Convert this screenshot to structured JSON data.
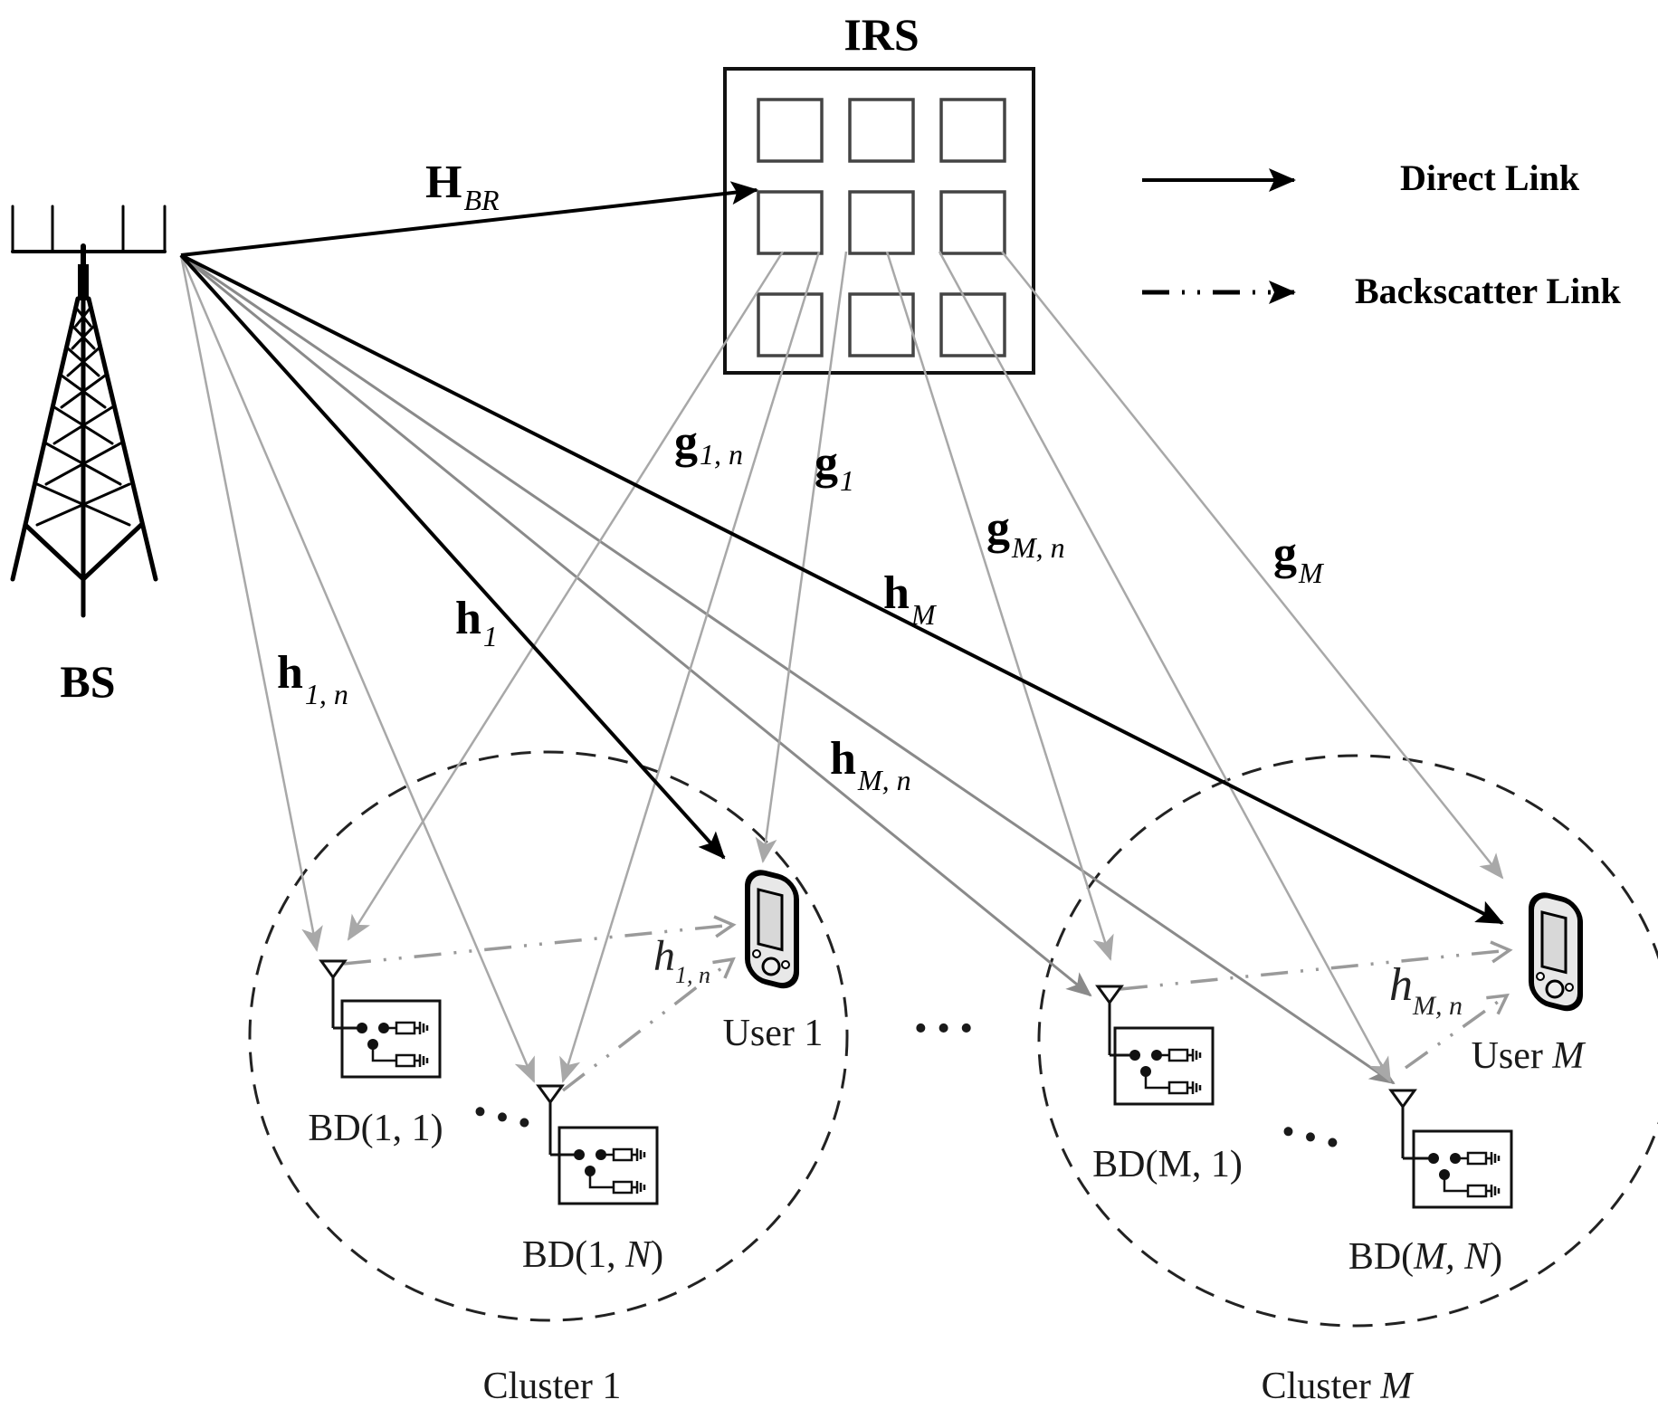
{
  "title": "IRS-assisted multi-cluster backscatter communication system model",
  "nodes": {
    "bs": {
      "label": "BS",
      "icon": "cell-tower-icon"
    },
    "irs": {
      "label": "IRS",
      "icon": "irs-panel-icon",
      "elements": 9
    },
    "users": [
      {
        "label_prefix": "User ",
        "label_index": "1",
        "index_italic": false,
        "icon": "mobile-phone-icon"
      },
      {
        "label_prefix": "User ",
        "label_index": "M",
        "index_italic": true,
        "icon": "mobile-phone-icon"
      }
    ],
    "backscatter_devices": [
      {
        "pre": "BD(1, ",
        "idx": "1",
        "idx_italic": false,
        "post": ")",
        "icon": "backscatter-device-icon"
      },
      {
        "pre": "BD(1, ",
        "idx": "N",
        "idx_italic": true,
        "post": ")",
        "icon": "backscatter-device-icon"
      },
      {
        "pre": "BD(M, ",
        "idx": "1",
        "idx_italic": false,
        "post": ")",
        "icon": "backscatter-device-icon"
      },
      {
        "pre": "BD(",
        "idx": "M, N",
        "idx_italic": true,
        "post": ")",
        "icon": "backscatter-device-icon"
      }
    ],
    "clusters": [
      {
        "prefix": "Cluster ",
        "index": "1",
        "index_italic": false
      },
      {
        "prefix": "Cluster ",
        "index": "M",
        "index_italic": true
      }
    ],
    "ellipsis": "• • •"
  },
  "channels": {
    "H_BR": {
      "base": "H",
      "sub": "BR"
    },
    "h_1": {
      "base": "h",
      "sub": "1"
    },
    "h_M": {
      "base": "h",
      "sub": "M"
    },
    "h_1n": {
      "base": "h",
      "sub": "1, n"
    },
    "h_Mn": {
      "base": "h",
      "sub": "M, n"
    },
    "g_1": {
      "base": "g",
      "sub": "1"
    },
    "g_M": {
      "base": "g",
      "sub": "M"
    },
    "g_1n": {
      "base": "g",
      "sub": "1, n"
    },
    "g_Mn": {
      "base": "g",
      "sub": "M, n"
    },
    "bs_1n": {
      "base": "h",
      "sub": "1, n"
    },
    "bs_Mn": {
      "base": "h",
      "sub": "M, n"
    }
  },
  "legend": {
    "direct": {
      "label": "Direct Link",
      "style": "solid"
    },
    "backscatter": {
      "label": "Backscatter Link",
      "style": "dash-dot-dot"
    }
  },
  "colors": {
    "direct": "#000000",
    "channel_gray": "#a8a8a8",
    "backscatter": "#9a9a9a"
  }
}
